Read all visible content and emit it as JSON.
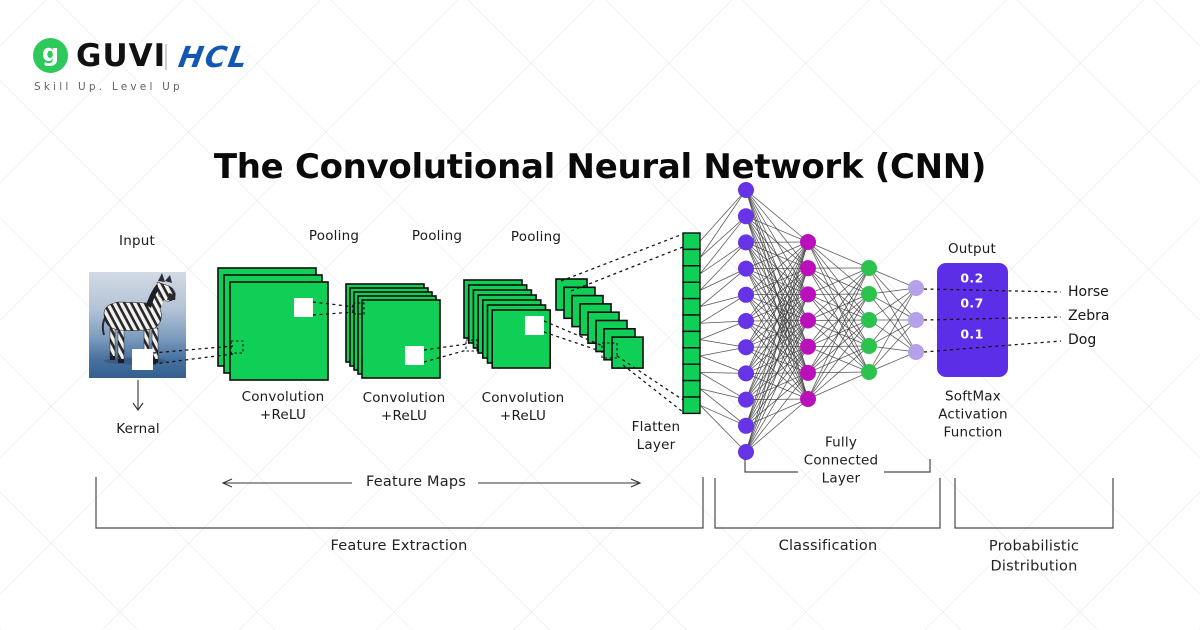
{
  "brand": {
    "guvi_glyph": "g",
    "guvi": "GUVI",
    "hcl": "HCL",
    "tagline": "Skill Up. Level Up",
    "guvi_green": "#2EC95B",
    "hcl_blue": "#1158B5"
  },
  "title": "The Convolutional Neural Network (CNN)",
  "diagram": {
    "colors": {
      "map_green": "#10CF57",
      "map_border": "#0d0d0d",
      "violet": "#6633E6",
      "magenta": "#BC0FBC",
      "node_green": "#2BC34E",
      "lavender": "#B5A1EB",
      "output_box": "#5D2EE8",
      "edge": "#383838",
      "dash": "#111111",
      "bracket": "#4a4a4a"
    },
    "labels": {
      "input": "Input",
      "kernal": "Kernal",
      "pooling": [
        "Pooling",
        "Pooling",
        "Pooling"
      ],
      "conv_relu": [
        "Convolution\n+ReLU",
        "Convolution\n+ReLU",
        "Convolution\n+ReLU"
      ],
      "flatten": "Flatten\nLayer",
      "fully_connected": "Fully\nConnected\nLayer"
    },
    "structure": {
      "conv_stack_sizes": [
        3,
        5,
        7,
        8
      ],
      "flatten_cells": 11,
      "dense_layer_sizes": [
        11,
        7,
        5,
        3
      ]
    }
  },
  "output": {
    "title": "Output",
    "values": [
      "0.2",
      "0.7",
      "0.1"
    ],
    "classes": [
      "Horse",
      "Zebra",
      "Dog"
    ],
    "softmax": "SoftMax\nActivation\nFunction"
  },
  "sections": {
    "feature_maps": "Feature Maps",
    "feature_extraction": "Feature Extraction",
    "classification": "Classification",
    "probabilistic_distribution": "Probabilistic\nDistribution"
  }
}
